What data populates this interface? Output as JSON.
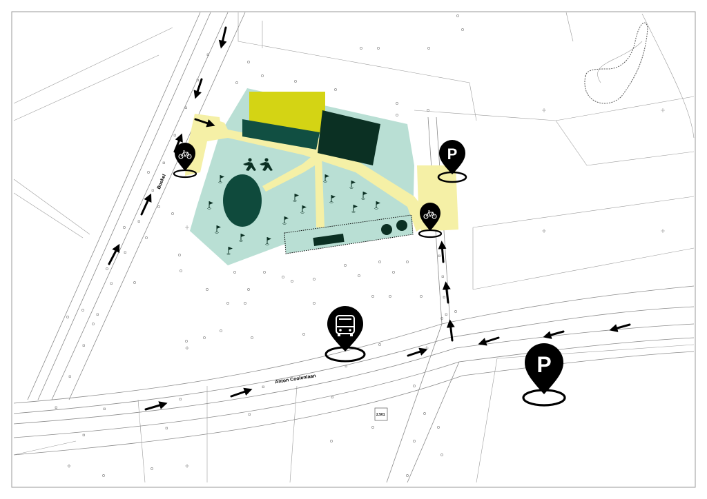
{
  "map": {
    "road_labels": {
      "main_road": "Anton Coolenlaan",
      "side_road": "Boekel"
    },
    "box_label": "2.501",
    "markers": {
      "parking_letter": "P",
      "parking_icon": "parking-pin-icon",
      "bicycle_icon": "bicycle-pin-icon",
      "bus_icon": "bus-stop-pin-icon",
      "golf_flag_icon": "golf-flag-icon",
      "golfer_icon": "golfer-icon",
      "direction_arrow_icon": "direction-arrow-icon"
    },
    "colors": {
      "park_area": "#b9dfd4",
      "path": "#f5f0a6",
      "building_yellow": "#d4d414",
      "building_dark": "#0b3023",
      "building_mid": "#114f42",
      "pond": "#0f4a3c",
      "pin": "#000000",
      "road_line": "#8a8a8a"
    }
  }
}
